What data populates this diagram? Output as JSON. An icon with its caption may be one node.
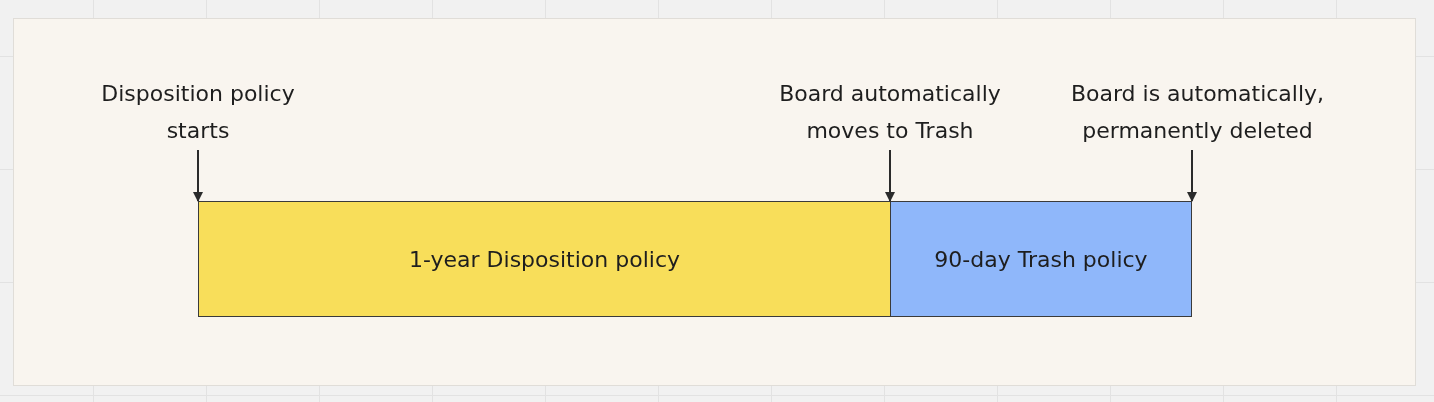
{
  "diagram": {
    "nodes": [
      {
        "text": [
          "Disposition policy starts"
        ]
      },
      {
        "text": [
          "Board automatically moves to Trash"
        ]
      },
      {
        "text": [
          "Board is automatically, permanently deleted"
        ]
      },
      {
        "text": [
          "1-year Disposition policy"
        ]
      },
      {
        "text": [
          "90-day Trash policy"
        ]
      }
    ],
    "edges": [
      {
        "from": 0,
        "to": 3,
        "arrow": "to"
      },
      {
        "from": 1,
        "to": 4,
        "arrow": "to"
      },
      {
        "from": 2,
        "to": 4,
        "arrow": "to"
      }
    ]
  }
}
